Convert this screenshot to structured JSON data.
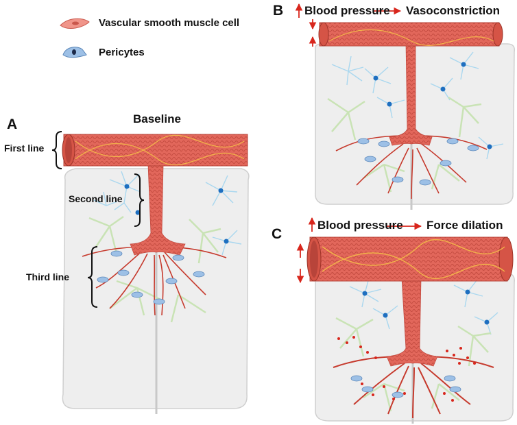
{
  "legend": {
    "vsmc": "Vascular smooth muscle cell",
    "pericytes": "Pericytes"
  },
  "panels": {
    "a": {
      "letter": "A",
      "title": "Baseline",
      "first_line": "First line",
      "second_line": "Second line",
      "third_line": "Third line"
    },
    "b": {
      "letter": "B",
      "pressure": "Blood pressure",
      "effect": "Vasoconstriction"
    },
    "c": {
      "letter": "C",
      "pressure": "Blood pressure",
      "effect": "Force dilation"
    }
  },
  "colors": {
    "vessel": "#e2675b",
    "vessel_dark": "#b8443a",
    "elastic": "#f2b44a",
    "tissue": "#eeeeee",
    "astrocyte": "#a9d7ef",
    "neuron": "#c9e3b5",
    "pericyte": "#7fa9d8",
    "arrow": "#d8261c"
  }
}
